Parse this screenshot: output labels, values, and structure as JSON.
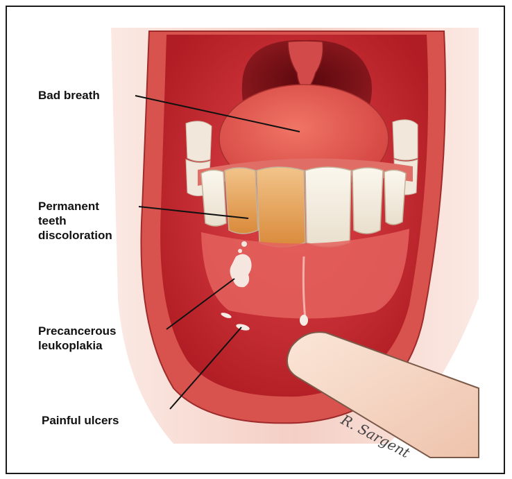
{
  "labels": {
    "bad_breath": "Bad breath",
    "discoloration": [
      "Permanent",
      "teeth",
      "discoloration"
    ],
    "leukoplakia": [
      "Precancerous",
      "leukoplakia"
    ],
    "ulcers": "Painful ulcers"
  },
  "signature": "R. Sargent",
  "colors": {
    "skin": "#f6d8d0",
    "lip": "#d84a4a",
    "mouth_interior": "#c82a2e",
    "throat": "#7a0f14",
    "tongue": "#e0554e",
    "teeth": "#f4ede0",
    "stained_tooth": "#e8a658",
    "gums": "#e2716a",
    "leukoplakia": "#f3e3dc",
    "glove": "#f5d6c4"
  }
}
